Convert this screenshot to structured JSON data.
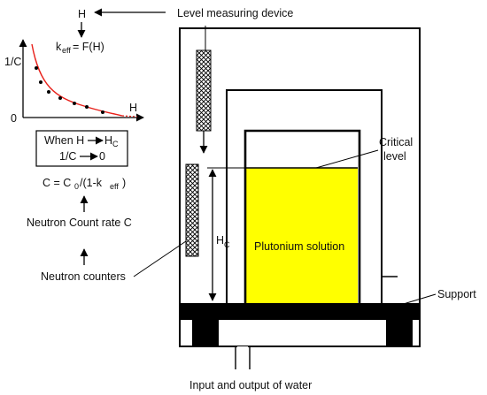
{
  "labels": {
    "H": "H",
    "level_device": "Level measuring device",
    "keff_k": "k",
    "keff_sub": "eff",
    "keff_rhs": " = F(H)",
    "one_over_c": "1/C",
    "zero": "0",
    "h_axis": "H",
    "when_text": "When H",
    "when_hc": "H",
    "when_hc_sub": "C",
    "limit_text": "1/C",
    "limit_zero": "0",
    "c_formula_a": "C = C",
    "c_formula_0": "0",
    "c_formula_b": "/(1-k",
    "c_formula_eff": "eff",
    "c_formula_c": ")",
    "count_rate": "Neutron Count rate C",
    "neutron_counters": "Neutron counters",
    "critical_level_1": "Critical",
    "critical_level_2": "level",
    "hc": "H",
    "hc_sub": "C",
    "plutonium": "Plutonium solution",
    "support": "Support",
    "water": "Input and output of water"
  },
  "colors": {
    "solution": "#ffff00",
    "curve": "#e8201a",
    "ink": "#000000"
  }
}
